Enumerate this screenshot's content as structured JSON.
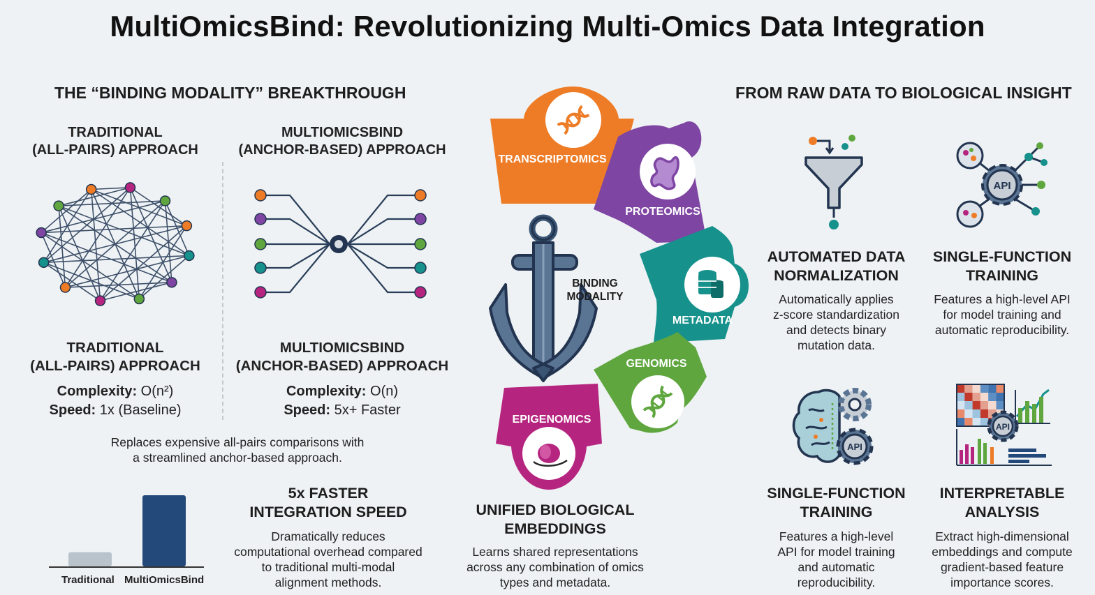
{
  "title": "MultiOmicsBind: Revolutionizing Multi-Omics Data Integration",
  "left": {
    "heading": "THE “BINDING MODALITY” BREAKTHROUGH",
    "traditional": {
      "top_label_1": "TRADITIONAL",
      "top_label_2": "(ALL-PAIRS) APPROACH",
      "bottom_label_1": "TRADITIONAL",
      "bottom_label_2": "(ALL-PAIRS) APPROACH",
      "complexity_key": "Complexity:",
      "complexity_val": "O(n²)",
      "speed_key": "Speed:",
      "speed_val": "1x (Baseline)"
    },
    "anchor": {
      "top_label_1": "MULTIOMICSBIND",
      "top_label_2": "(ANCHOR-BASED) APPROACH",
      "bottom_label_1": "MULTIOMICSBIND",
      "bottom_label_2": "(ANCHOR-BASED) APPROACH",
      "complexity_key": "Complexity:",
      "complexity_val": "O(n)",
      "speed_key": "Speed:",
      "speed_val": "5x+ Faster"
    },
    "replaces_1": "Replaces expensive all-pairs comparisons with",
    "replaces_2": "a streamlined anchor-based approach.",
    "speed": {
      "heading_1": "5x FASTER",
      "heading_2": "INTEGRATION SPEED",
      "desc_1": "Dramatically reduces",
      "desc_2": "computational overhead compared",
      "desc_3": "to traditional multi-modal",
      "desc_4": "alignment methods."
    }
  },
  "chart_data": {
    "type": "bar",
    "categories": [
      "Traditional",
      "MultiOmicsBind"
    ],
    "values": [
      1,
      5
    ],
    "colors": [
      "#b9c3cc",
      "#23497a"
    ]
  },
  "center": {
    "segments": [
      "TRANSCRIPTOMICS",
      "PROTEOMICS",
      "METADATA",
      "GENOMICS",
      "EPIGENOMICS"
    ],
    "segment_colors": [
      "#ee7c26",
      "#7e45a3",
      "#16918c",
      "#5fa63f",
      "#b52580"
    ],
    "anchor_label_1": "BINDING",
    "anchor_label_2": "MODALITY",
    "embed_heading_1": "UNIFIED BIOLOGICAL",
    "embed_heading_2": "EMBEDDINGS",
    "embed_desc_1": "Learns shared representations",
    "embed_desc_2": "across any combination of omics",
    "embed_desc_3": "types and metadata."
  },
  "right": {
    "heading": "FROM RAW DATA TO BIOLOGICAL INSIGHT",
    "cards": [
      {
        "title_1": "AUTOMATED DATA",
        "title_2": "NORMALIZATION",
        "desc": [
          "Automatically applies",
          "z-score standardization",
          "and detects binary",
          "mutation data."
        ],
        "icon": "funnel-icon"
      },
      {
        "title_1": "SINGLE-FUNCTION",
        "title_2": "TRAINING",
        "desc": [
          "Features a high-level API",
          "for model training and",
          "automatic reproducibility."
        ],
        "icon": "api-gear-network-icon"
      },
      {
        "title_1": "SINGLE-FUNCTION",
        "title_2": "TRAINING",
        "desc": [
          "Features a high-level",
          "API for model training",
          "and automatic",
          "reproducibility."
        ],
        "icon": "brain-gear-icon"
      },
      {
        "title_1": "INTERPRETABLE",
        "title_2": "ANALYSIS",
        "desc": [
          "Extract high-dimensional",
          "embeddings and compute",
          "gradient-based feature",
          "importance scores."
        ],
        "icon": "heatmap-chart-icon"
      }
    ],
    "api_text": "API"
  }
}
